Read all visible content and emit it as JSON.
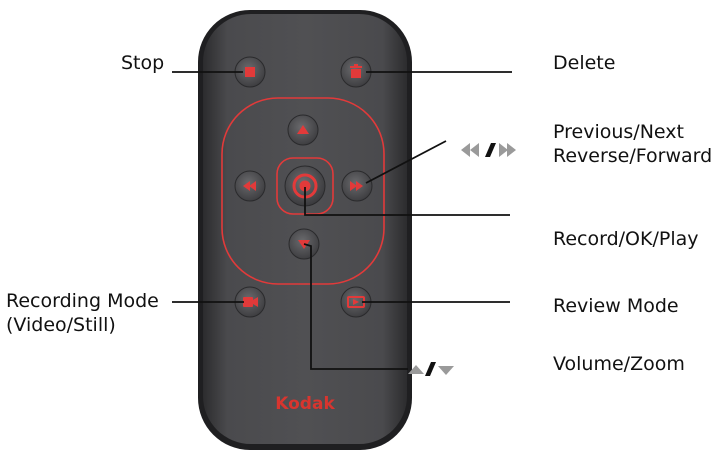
{
  "remote": {
    "brand_logo": "Kodak"
  },
  "labels": {
    "stop": "Stop",
    "delete": "Delete",
    "prev_next": "Previous/Next",
    "reverse_forward": "Reverse/Forward",
    "record_ok_play": "Record/OK/Play",
    "recording_mode": "Recording Mode",
    "recording_mode_sub": "(Video/Still)",
    "review_mode": "Review Mode",
    "volume_zoom": "Volume/Zoom"
  },
  "colors": {
    "remote_body": "#3b3b3d",
    "remote_face": "#4a4a4c",
    "button_fill": "#5a5a5c",
    "accent_red": "#e23a3a",
    "logo_red": "#d8352f",
    "line": "#111111"
  }
}
